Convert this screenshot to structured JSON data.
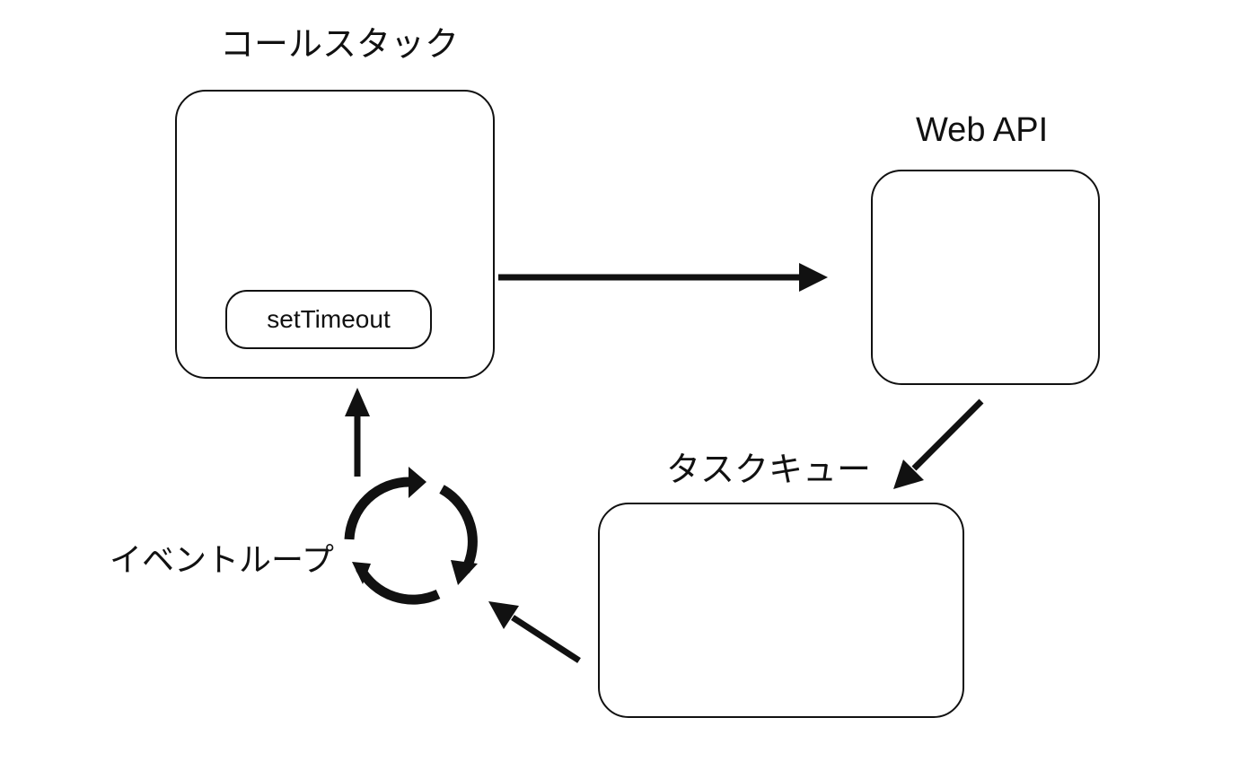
{
  "diagram": {
    "callstack": {
      "title": "コールスタック",
      "item": "setTimeout"
    },
    "webapi": {
      "title": "Web API"
    },
    "taskqueue": {
      "title": "タスクキュー"
    },
    "eventloop": {
      "label": "イベントループ"
    }
  },
  "colors": {
    "stroke": "#111111",
    "background": "#ffffff"
  },
  "icons": [
    "arrow-right-icon",
    "arrow-down-left-icon",
    "arrow-up-left-icon",
    "arrow-up-icon",
    "cycle-arrows-icon"
  ]
}
